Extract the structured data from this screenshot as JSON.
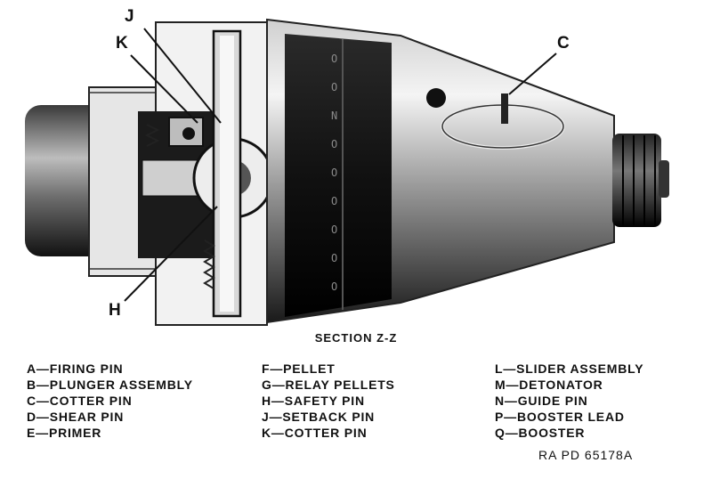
{
  "callouts": {
    "j": "J",
    "k_top": "K",
    "c": "C",
    "h": "H"
  },
  "caption": "SECTION Z-Z",
  "legend": {
    "col1": [
      "A—FIRING PIN",
      "B—PLUNGER ASSEMBLY",
      "C—COTTER PIN",
      "D—SHEAR PIN",
      "E—PRIMER"
    ],
    "col2": [
      "F—PELLET",
      "G—RELAY PELLETS",
      "H—SAFETY PIN",
      "J—SETBACK PIN",
      "K—COTTER PIN"
    ],
    "col3": [
      "L—SLIDER ASSEMBLY",
      "M—DETONATOR",
      "N—GUIDE PIN",
      "P—BOOSTER LEAD",
      "Q—BOOSTER"
    ]
  },
  "reference": "RA PD 65178A",
  "ring_marks": [
    "O",
    "O",
    "N",
    "O",
    "O",
    "O",
    "O",
    "O",
    "O"
  ]
}
